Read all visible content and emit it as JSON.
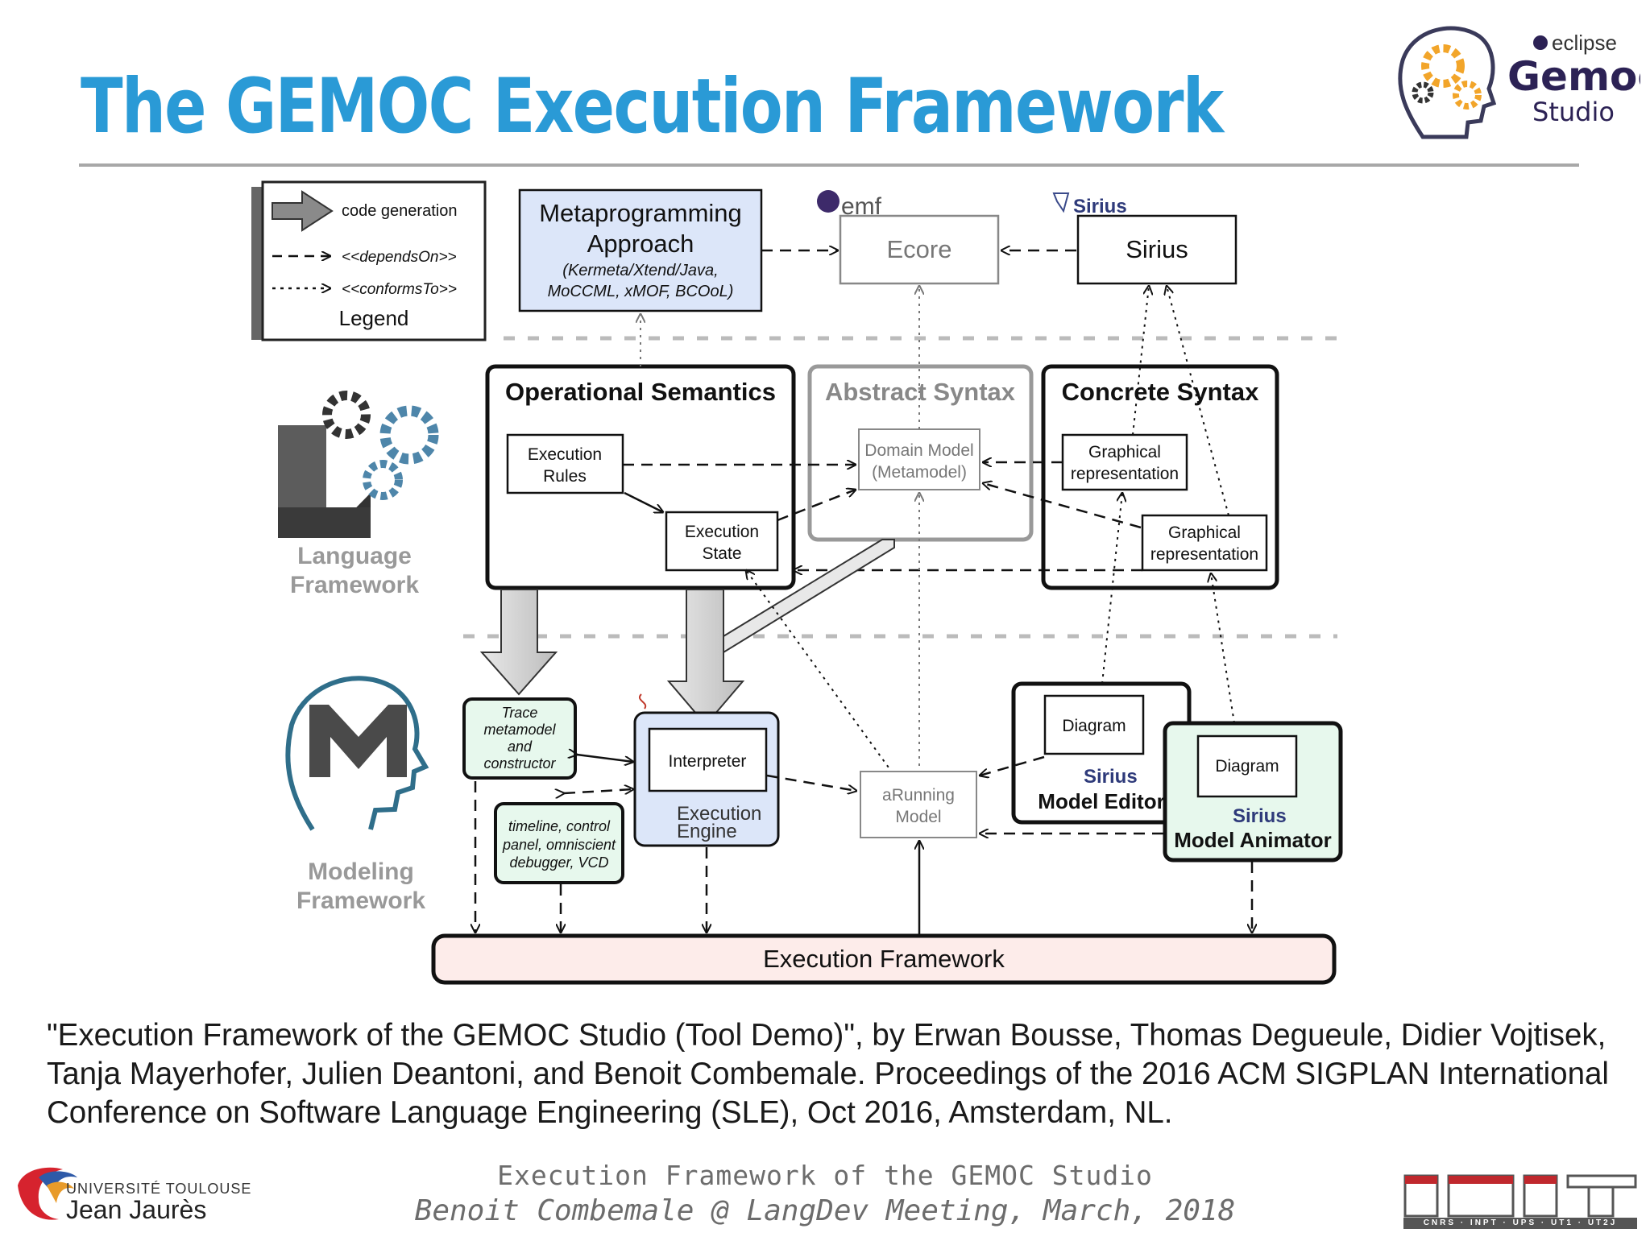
{
  "slide": {
    "title": "The GEMOC Execution Framework",
    "citation": "\"Execution Framework of the GEMOC Studio (Tool Demo)\", by Erwan Bousse, Thomas Degueule, Didier Vojtisek, Tanja Mayerhofer, Julien Deantoni, and Benoit Combemale. Proceedings of the 2016 ACM SIGPLAN International Conference on Software Language Engineering (SLE), Oct 2016, Amsterdam, NL.",
    "footer_line1": "Execution Framework of the GEMOC Studio",
    "footer_line2": "Benoit Combemale @ LangDev Meeting, March, 2018"
  },
  "logos": {
    "gemoc_eclipse": "eclipse",
    "gemoc_name": "Gemoc",
    "gemoc_studio": "Studio",
    "university_line1": "UNIVERSITÉ TOULOUSE",
    "university_line2": "Jean Jaurès",
    "irit": "IRIT",
    "irit_sub": "CNRS · INPT · UPS · UT1 · UT2J",
    "emf": "emf",
    "sirius": "Sirius"
  },
  "legend": {
    "title": "Legend",
    "code_generation": "code generation",
    "depends_on": "<<dependsOn>>",
    "conforms_to": "<<conformsTo>>"
  },
  "diagram": {
    "meta_title_1": "Metaprogramming",
    "meta_title_2": "Approach",
    "meta_sub_1": "(Kermeta/Xtend/Java,",
    "meta_sub_2": "MoCCML, xMOF, BCOoL)",
    "ecore": "Ecore",
    "sirius_box": "Sirius",
    "op_sem": "Operational Semantics",
    "abs_syn": "Abstract Syntax",
    "con_syn": "Concrete Syntax",
    "exec_rules_1": "Execution",
    "exec_rules_2": "Rules",
    "exec_state_1": "Execution",
    "exec_state_2": "State",
    "domain_model_1": "Domain Model",
    "domain_model_2": "(Metamodel)",
    "graph_rep1_1": "Graphical",
    "graph_rep1_2": "representation",
    "graph_rep2_1": "Graphical",
    "graph_rep2_2": "representation",
    "language_fw_1": "Language",
    "language_fw_2": "Framework",
    "modeling_fw_1": "Modeling",
    "modeling_fw_2": "Framework",
    "trace_1": "Trace",
    "trace_2": "metamodel",
    "trace_3": "and",
    "trace_4": "constructor",
    "timeline_1": "timeline, control",
    "timeline_2": "panel, omniscient",
    "timeline_3": "debugger, VCD",
    "interpreter": "Interpreter",
    "engine_1": "Execution",
    "engine_2": "Engine",
    "running_1": "aRunning",
    "running_2": "Model",
    "diagram_1": "Diagram",
    "diagram_2": "Diagram",
    "model_editor": "Model Editor",
    "model_animator": "Model Animator",
    "exec_framework": "Execution Framework"
  }
}
